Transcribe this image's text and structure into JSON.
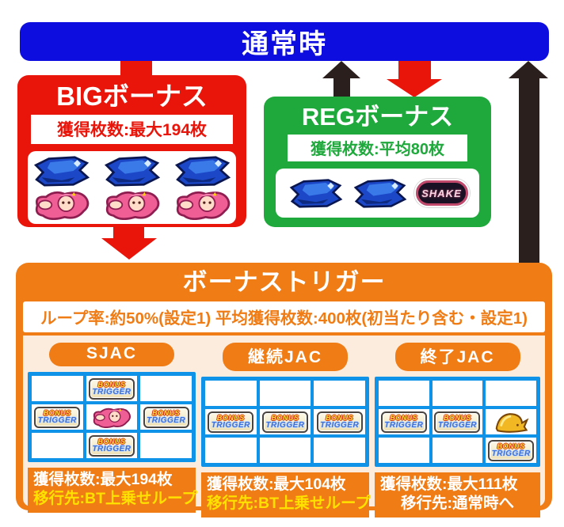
{
  "colors": {
    "primary_blue": "#0d0de0",
    "bonus_red": "#e9150b",
    "reg_green": "#1fa93c",
    "trigger_orange": "#ef7c15",
    "panel_cream": "#fcecdd",
    "grid_blue": "#0f93e8",
    "destination_yellow": "#ffe100",
    "arrow_black": "#2a1f1c"
  },
  "normal_state": {
    "label": "通常時"
  },
  "big_bonus": {
    "title": "BIGボーナス",
    "payout": "獲得枚数:最大194枚",
    "reel_rows": [
      [
        "blue-fish",
        "blue-fish",
        "blue-fish"
      ],
      [
        "pink-character",
        "pink-character",
        "pink-character"
      ]
    ]
  },
  "reg_bonus": {
    "title": "REGボーナス",
    "payout": "獲得枚数:平均80枚",
    "reel_rows": [
      [
        "blue-fish",
        "blue-fish",
        "shake"
      ]
    ]
  },
  "bonus_trigger": {
    "title": "ボーナストリガー",
    "stats": "ループ率:約50%(設定1) 平均獲得枚数:400枚(初当たり含む・設定1)",
    "columns": [
      {
        "label": "SJAC",
        "grid": [
          [
            "",
            "bonus-trigger",
            ""
          ],
          [
            "bonus-trigger",
            "pink-character",
            "bonus-trigger"
          ],
          [
            "",
            "bonus-trigger",
            ""
          ]
        ],
        "payout": "獲得枚数:最大194枚",
        "destination": "移行先:BT上乗せループ"
      },
      {
        "label": "継続JAC",
        "grid": [
          [
            "",
            "",
            ""
          ],
          [
            "bonus-trigger",
            "bonus-trigger",
            "bonus-trigger"
          ],
          [
            "",
            "",
            ""
          ]
        ],
        "payout": "獲得枚数:最大104枚",
        "destination": "移行先:BT上乗せループ"
      },
      {
        "label": "終了JAC",
        "grid": [
          [
            "",
            "",
            ""
          ],
          [
            "bonus-trigger",
            "bonus-trigger",
            "gold-shell"
          ],
          [
            "",
            "",
            "bonus-trigger"
          ]
        ],
        "payout": "獲得枚数:最大111枚",
        "destination": "移行先:通常時へ"
      }
    ]
  },
  "symbols": {
    "bonus_trigger_badge": {
      "line1": "BONUS",
      "line2": "TRIGGER"
    },
    "shake_badge": {
      "label": "SHAKE"
    }
  }
}
